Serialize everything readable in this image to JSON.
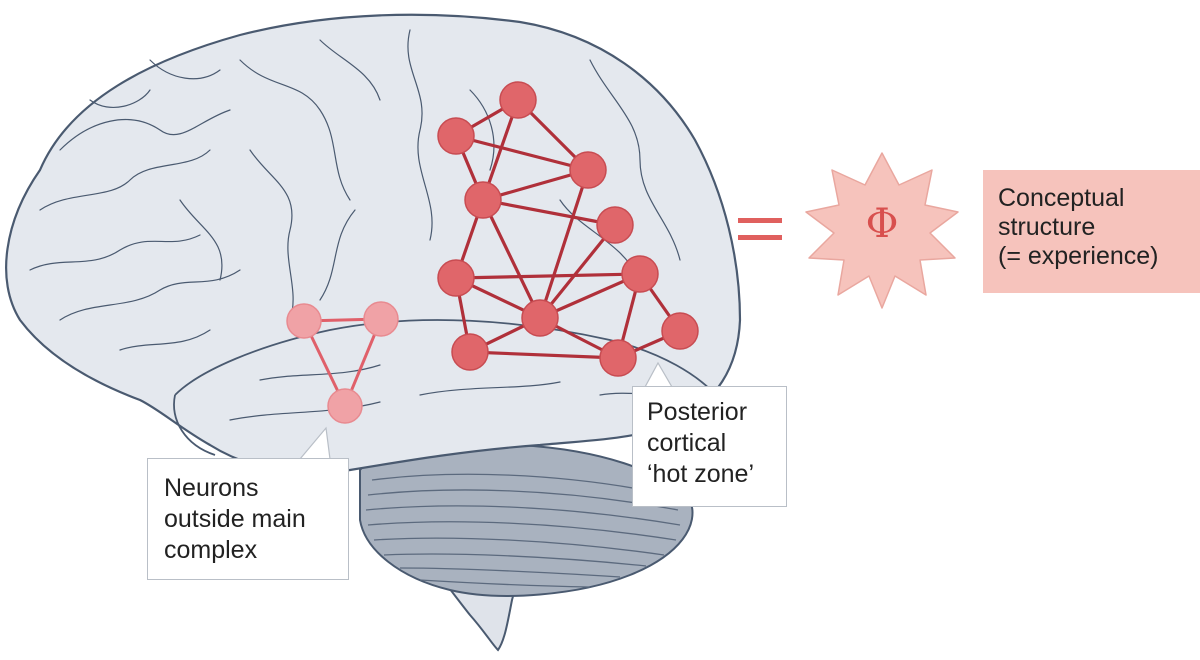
{
  "figure": {
    "callout_outside": {
      "lines": [
        "Neurons",
        "outside main",
        "complex"
      ]
    },
    "callout_hotzone": {
      "lines": [
        "Posterior",
        "cortical",
        "‘hot zone’"
      ]
    },
    "equals_sign": "=",
    "phi_symbol": "Φ",
    "concept_box": {
      "lines": [
        "Conceptual",
        "structure",
        "(= experience)"
      ]
    }
  },
  "colors": {
    "brain_fill": "#e4e8ee",
    "brain_outline": "#4a5a70",
    "hot_node": "#e0666a",
    "hot_edge": "#b0303a",
    "outside_node": "#f0a2a6",
    "outside_edge": "#e0606a",
    "star_fill": "#f6c3bc",
    "concept_box": "#f6c3bc",
    "accent": "#e0605e"
  }
}
